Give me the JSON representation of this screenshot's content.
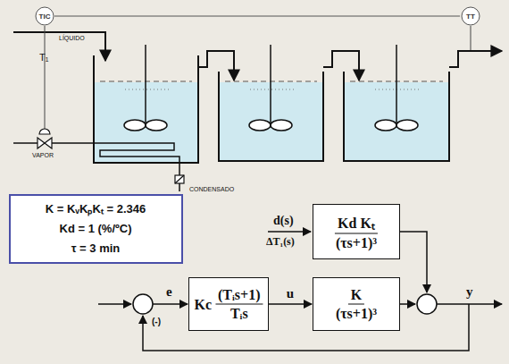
{
  "diagram": {
    "nodes": [
      {
        "text": [
          "TIC"
        ]
      },
      {
        "text": [
          "TT"
        ]
      },
      {
        "text": [
          "K = KᵥKₚKₜ = 2.346",
          "Kd = 1 (%/ºC)",
          "τ = 3 min"
        ]
      },
      {
        "text": [
          "Kd Kₜ",
          "(τs+1)³"
        ]
      },
      {
        "text": [
          "Kc",
          "(Tᵢs+1)",
          "Tᵢs"
        ]
      },
      {
        "text": [
          "K",
          "(τs+1)³"
        ]
      }
    ],
    "edges": [
      {
        "from": 0,
        "to": 1,
        "arrow": "none"
      },
      {
        "from": 4,
        "to": 5,
        "label": "u",
        "arrow": "to"
      }
    ],
    "labels": [
      "LÍQUIDO",
      "T₁",
      "VAPOR",
      "CONDENSADO",
      "d(s)",
      "ΔT₁(s)",
      "e",
      "y",
      "(-)"
    ]
  }
}
